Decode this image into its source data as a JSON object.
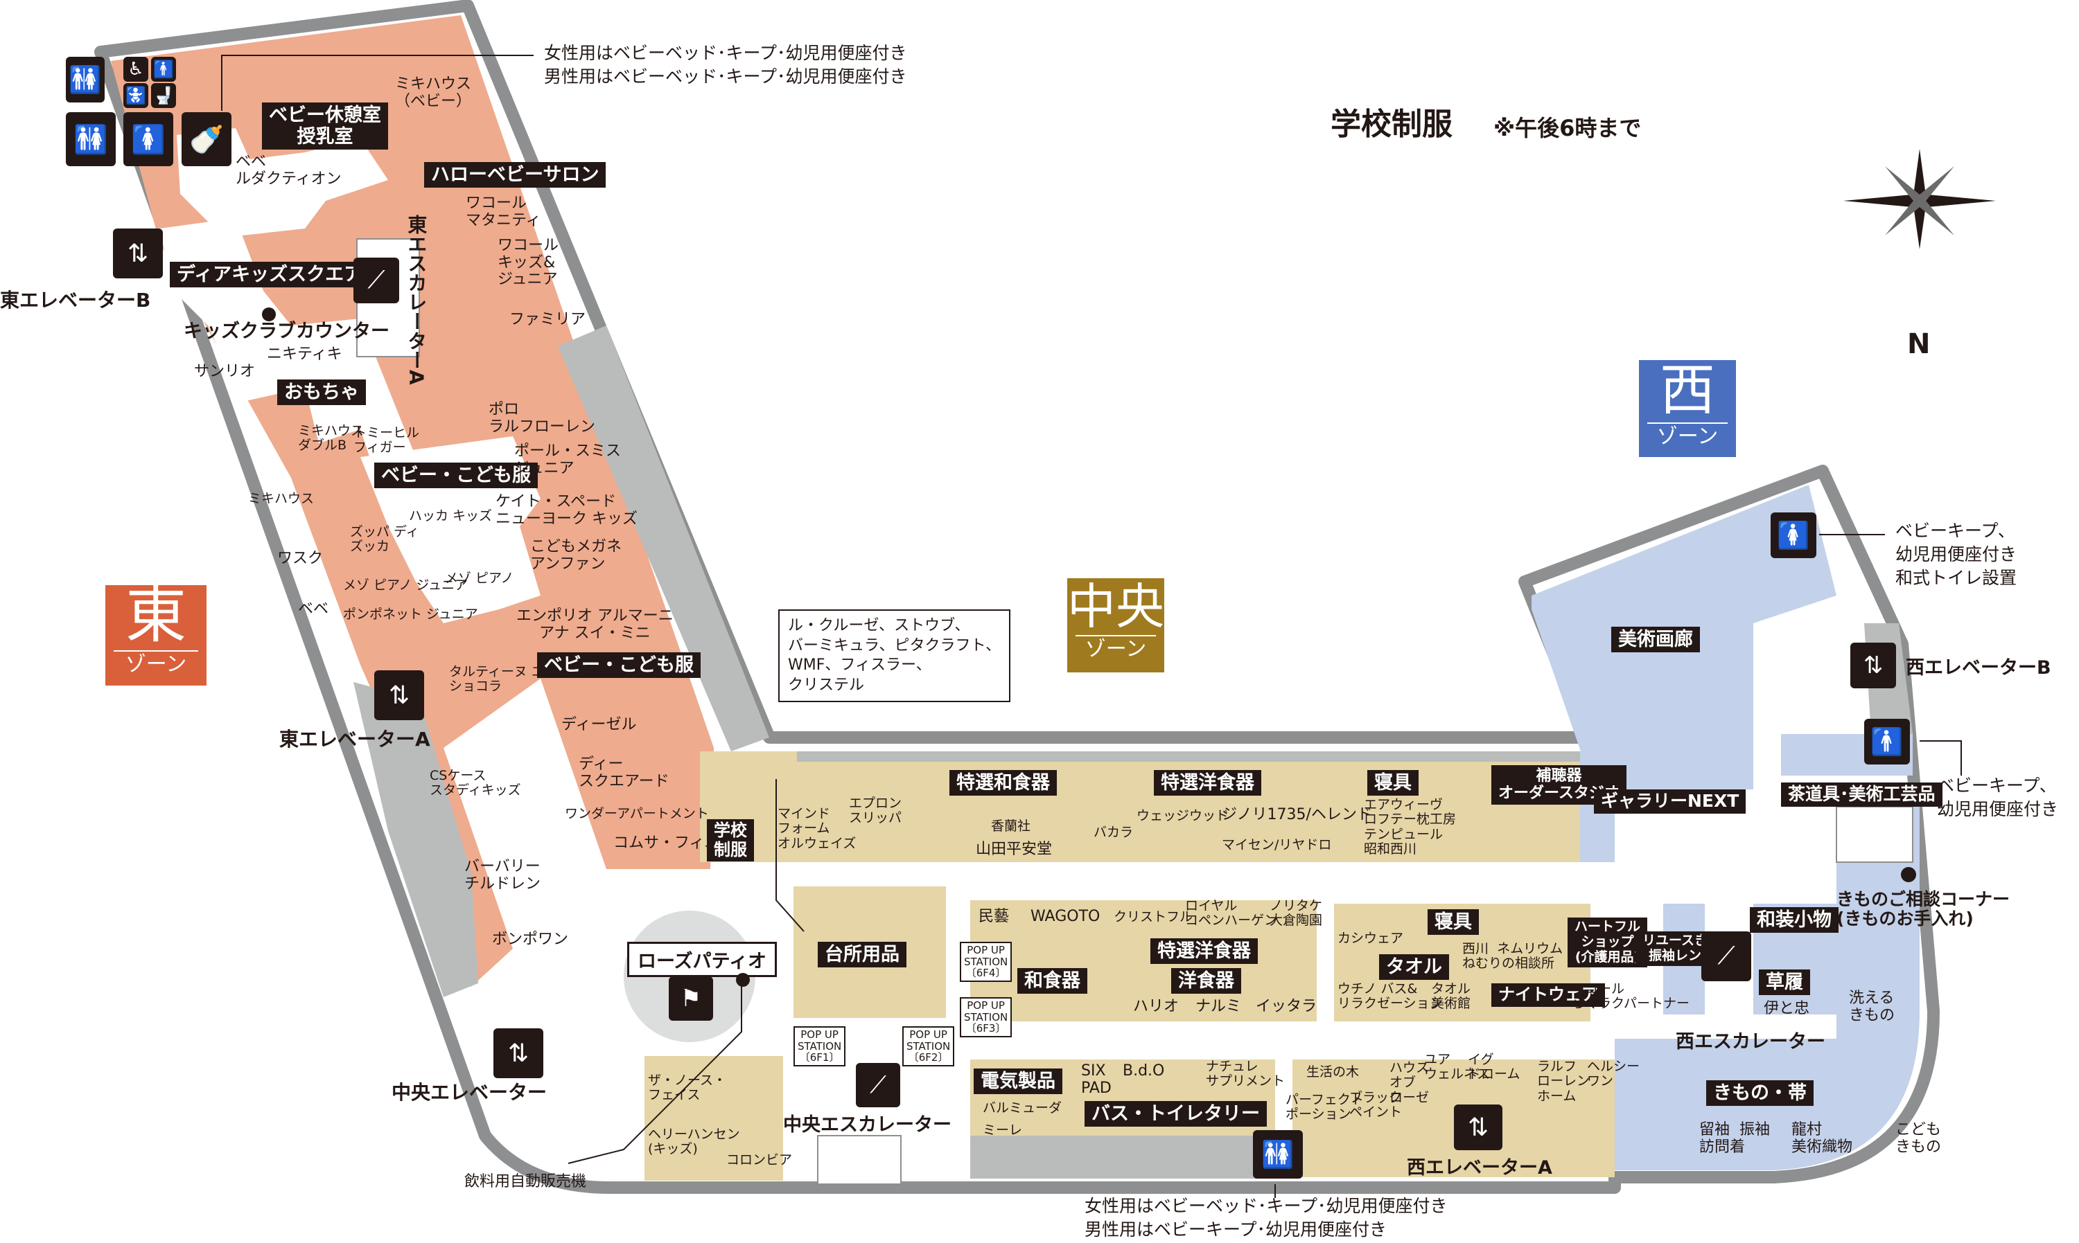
{
  "title": {
    "text": "学校制服",
    "note": "※午後6時まで"
  },
  "compass": {
    "label": "N"
  },
  "zones": {
    "east": {
      "name": "東",
      "sub": "ゾーン",
      "color": "#d9603b"
    },
    "center": {
      "name": "中央",
      "sub": "ゾーン",
      "color": "#a07a1e"
    },
    "west": {
      "name": "西",
      "sub": "ゾーン",
      "color": "#4a6fbf"
    }
  },
  "colors": {
    "east_area": "#eeab8e",
    "center_area": "#e5d5a7",
    "west_area": "#c3d1ea",
    "gray_area": "#babcbc",
    "wall": "#8d8f90"
  },
  "east": {
    "black": {
      "baby_room": "ベビー休憩室\n授乳室",
      "hello_baby": "ハローベビーサロン",
      "dear_kids": "ディアキッズスクエア",
      "toys": "おもちゃ",
      "baby_kids_1": "ベビー・こども服",
      "baby_kids_2": "ベビー・こども服"
    },
    "stores": {
      "mikihouse_baby": "ミキハウス\n（ベビー）",
      "bebe_ruda": "ベベ\nルダクティオン",
      "wacoal_mat": "ワコール\nマタニティ",
      "wacoal_kids": "ワコール\nキッズ&\nジュニア",
      "familiar": "ファミリア",
      "kids_club": "キッズクラブカウンター",
      "nikitiki": "ニキティキ",
      "sanrio": "サンリオ",
      "polo": "ポロ\nラルフローレン",
      "mikihouse_double": "ミキハウス\nダブルB",
      "tommy": "トミーヒル\nフィガー",
      "paul": "ポール・スミス\nジュニア",
      "mikihouse": "ミキハウス",
      "hakka": "ハッカ キッズ",
      "kate": "ケイト・スペード\nニューヨーク キッズ",
      "zuppa": "ズッパ ディ\nズッカ",
      "kodomo_megane": "こどもメガネ\nアンファン",
      "wasuku": "ワスク",
      "mezzo": "メゾ ピアノ ジュニア",
      "mezzo2": "メゾ ピアノ",
      "bebe": "ベベ",
      "pom": "ポンポネット ジュニア",
      "emporio": "エンポリオ アルマーニ\nアナ スイ・ミニ",
      "tartine": "タルティーヌ エ\nショコラ",
      "diesel": "ディーゼル",
      "d_square": "ディー\nスクエアード",
      "wonder": "ワンダーアパートメント",
      "comme": "コムサ・フィユ",
      "cs": "CSケース\nスタディキッズ",
      "burberry": "バーバリー\nチルドレン",
      "bonpoint": "ボンポワン"
    },
    "elev_b": "東エレベーターB",
    "elev_a": "東エレベーターA",
    "escalator": "東エスカレーターA",
    "center_elev": "中央エレベーター"
  },
  "center": {
    "black": {
      "school": "学校\n制服",
      "tokusen_wa": "特選和食器",
      "tokusen_yo": "特選洋食器",
      "shingu": "寝具",
      "hochouki": "補聴器\nオーダースタジオ",
      "gallery_next": "ギャラリーNEXT",
      "daidokoro": "台所用品",
      "washokki": "和食器",
      "tokusen_yo2": "特選洋食器",
      "yoshokki": "洋食器",
      "shingu2": "寝具",
      "towel": "タオル",
      "heartful": "ハートフル\nショップ\n(介護用品)",
      "night": "ナイトウェア",
      "denki": "電気製品",
      "bath": "バス・トイレタリー"
    },
    "stores": {
      "mind": "マインド\nフォーム\nオルウェイズ",
      "epron": "エプロン\nスリッパ",
      "koransha": "香蘭社",
      "yamada": "山田平安堂",
      "baccarat": "バカラ",
      "wedgwood": "ウェッジウッド",
      "jinori": "ジノリ1735/ヘレンド",
      "meissen": "マイセン/リヤドロ",
      "airweave": "エアウィーヴ\nロフテー枕工房\nテンピュール\n昭和西川",
      "mingei": "民藝",
      "wagoto": "WAGOTO",
      "christofle": "クリストフル",
      "royal": "ロイヤル\nコペンハーゲン",
      "noritake": "ノリタケ\n大倉陶園",
      "kashiwear": "カシウェア",
      "nishikawa": "西川  ネムリウム\nねむりの相談所",
      "uchino": "ウチノ バス&\nリラクゼーション",
      "towel_museum": "タオル\n美術館",
      "wacoal_raku": "ワコール\nらくラクパートナー",
      "hario": "ハリオ",
      "narumi": "ナルミ",
      "iittala": "イッタラ",
      "balmuda": "バルミューダ",
      "miele": "ミーレ",
      "sixpad": "SIX\nPAD",
      "bdo": "B.d.O",
      "nature": "ナチュレ\nサプリメント",
      "seikatsu": "生活の木",
      "house": "ハウス\nオブ\nローゼ",
      "ua": "ユア\nウェルネス",
      "ig": "イグ\nドローム",
      "ralph": "ラルフ\nローレン\nホーム",
      "healthy": "ヘルシー\nワン",
      "perfect": "パーフェクト\nポーション",
      "black": "ブラック\nペイント",
      "north": "ザ・ノース・\nフェイス",
      "helly": "ヘリーハンセン\n(キッズ)",
      "columbia": "コロンビア",
      "rose": "ローズパティオ"
    },
    "pop": {
      "f4": "POP UP\nSTATION\n〔6F4〕",
      "f3": "POP UP\nSTATION\n〔6F3〕",
      "f1": "POP UP\nSTATION\n〔6F1〕",
      "f2": "POP UP\nSTATION\n〔6F2〕"
    },
    "escalator": "中央エスカレーター",
    "vending": "飲料用自動販売機",
    "callout": "ル・クルーゼ、ストウブ、\nバーミキュラ、ピタクラフト、\nWMF、フィスラー、\nクリステル"
  },
  "west": {
    "black": {
      "bijutsu": "美術画廊",
      "sado": "茶道具･美術工芸品",
      "kimono_obi": "きもの・帯",
      "wasou": "和装小物",
      "zori": "草履",
      "reuse": "リユースきもの\n振袖レンタル"
    },
    "stores": {
      "kimono_soudan": "きものご相談コーナー\n(きものお手入れ)",
      "arai": "洗える\nきもの",
      "iga": "伊と忠",
      "tomesode": "留袖  振袖\n訪問着",
      "ryumura": "龍村\n美術織物",
      "kodomo_kimono": "こども\nきもの"
    },
    "elev_b": "西エレベーターB",
    "elev_a": "西エレベーターA",
    "escalator": "西エスカレーター"
  },
  "notes": {
    "top_left": "女性用はベビーベッド･キープ･幼児用便座付き\n男性用はベビーベッド･キープ･幼児用便座付き",
    "bottom": "女性用はベビーベッド･キープ･幼児用便座付き\n男性用はベビーキープ･幼児用便座付き",
    "west_1": "ベビーキープ、\n幼児用便座付き\n和式トイレ設置",
    "west_2": "ベビーキープ、\n幼児用便座付き"
  },
  "icons": {
    "elevator": "elevator-icon",
    "escalator": "escalator-icon",
    "restroom": "restroom-icon",
    "women": "women-restroom-icon",
    "men": "men-restroom-icon",
    "bottle": "baby-bottle-icon",
    "wheelchair": "wheelchair-icon",
    "bench": "bench-icon",
    "compass": "compass-icon"
  }
}
